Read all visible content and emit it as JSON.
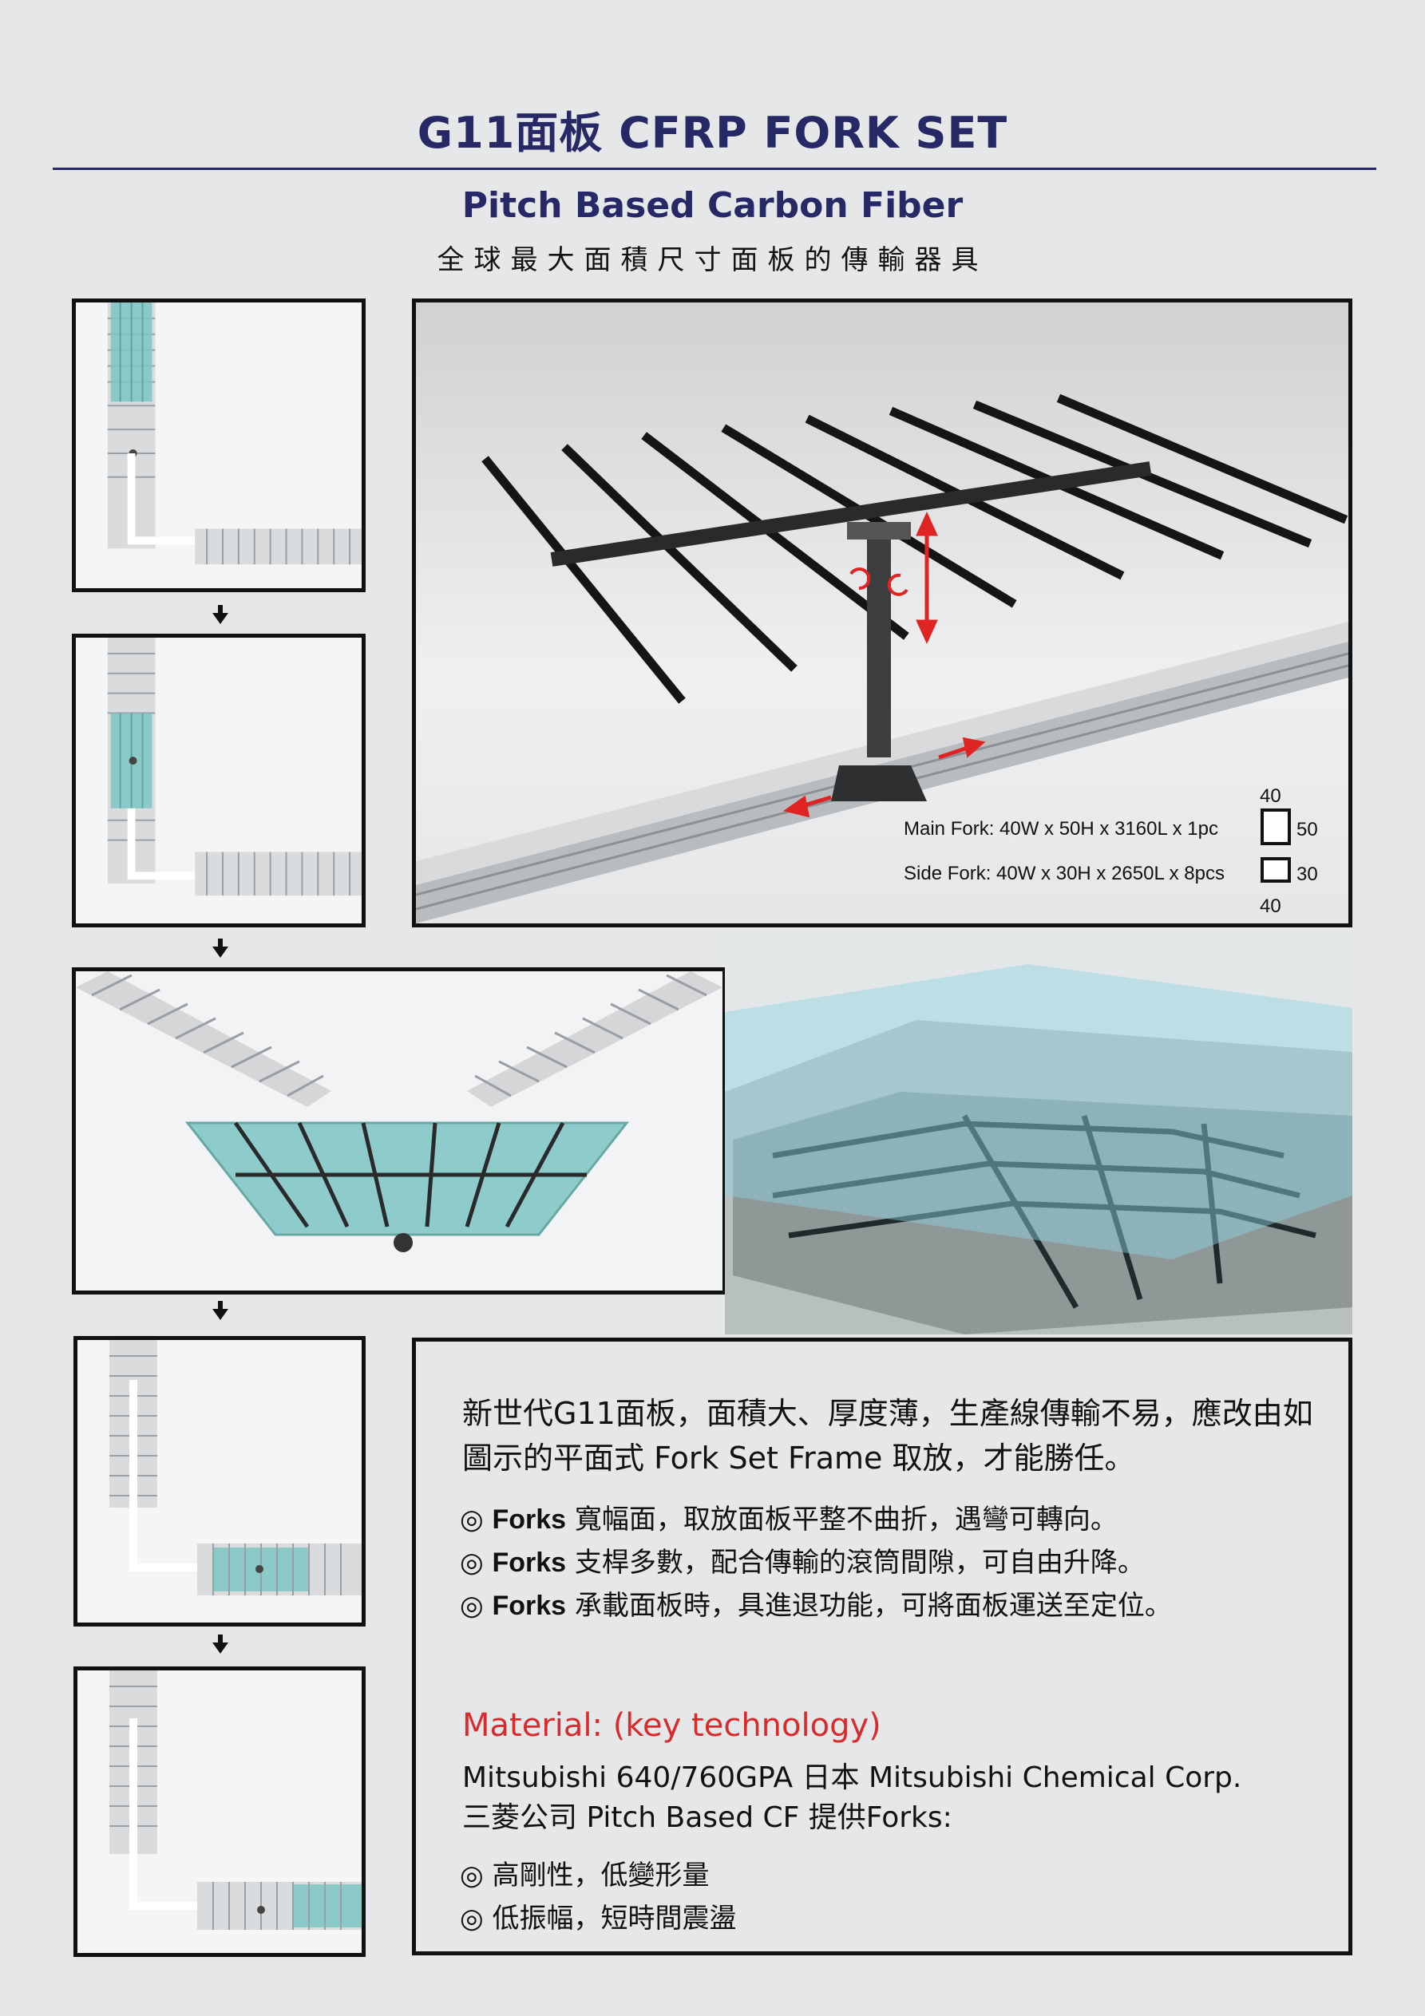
{
  "header": {
    "title": "G11面板  CFRP FORK SET",
    "subtitle": "Pitch Based Carbon Fiber",
    "subtitle_zh": "全球最大面積尺寸面板的傳輸器具"
  },
  "specs": {
    "main_fork": "Main Fork: 40W x 50H x 3160L x 1pc",
    "side_fork": "Side Fork: 40W x 30H x 2650L x 8pcs",
    "main_profile_width": "40",
    "main_profile_height": "50",
    "side_profile_height": "30",
    "side_profile_width": "40"
  },
  "description": {
    "intro": "新世代G11面板，面積大、厚度薄，生產線傳輸不易，應改由如圖示的平面式 Fork Set Frame 取放，才能勝任。",
    "bullets": [
      {
        "mark": "◎",
        "strong": "Forks",
        "text": " 寬幅面，取放面板平整不曲折，遇彎可轉向。"
      },
      {
        "mark": "◎",
        "strong": "Forks",
        "text": " 支桿多數，配合傳輸的滾筒間隙，可自由升降。"
      },
      {
        "mark": "◎",
        "strong": "Forks",
        "text": " 承載面板時，具進退功能，可將面板運送至定位。"
      }
    ]
  },
  "material": {
    "heading": "Material: (key technology)",
    "line1": "Mitsubishi 640/760GPA  日本 Mitsubishi Chemical Corp.",
    "line2": "三菱公司 Pitch Based CF 提供Forks:",
    "features": [
      "◎ 高剛性，低變形量",
      "◎ 低振幅，短時間震盪"
    ]
  },
  "colors": {
    "title": "#272966",
    "material_heading": "#d92b2b",
    "glass_panel": "#7cc6c4",
    "motion_arrow": "#e02424"
  }
}
